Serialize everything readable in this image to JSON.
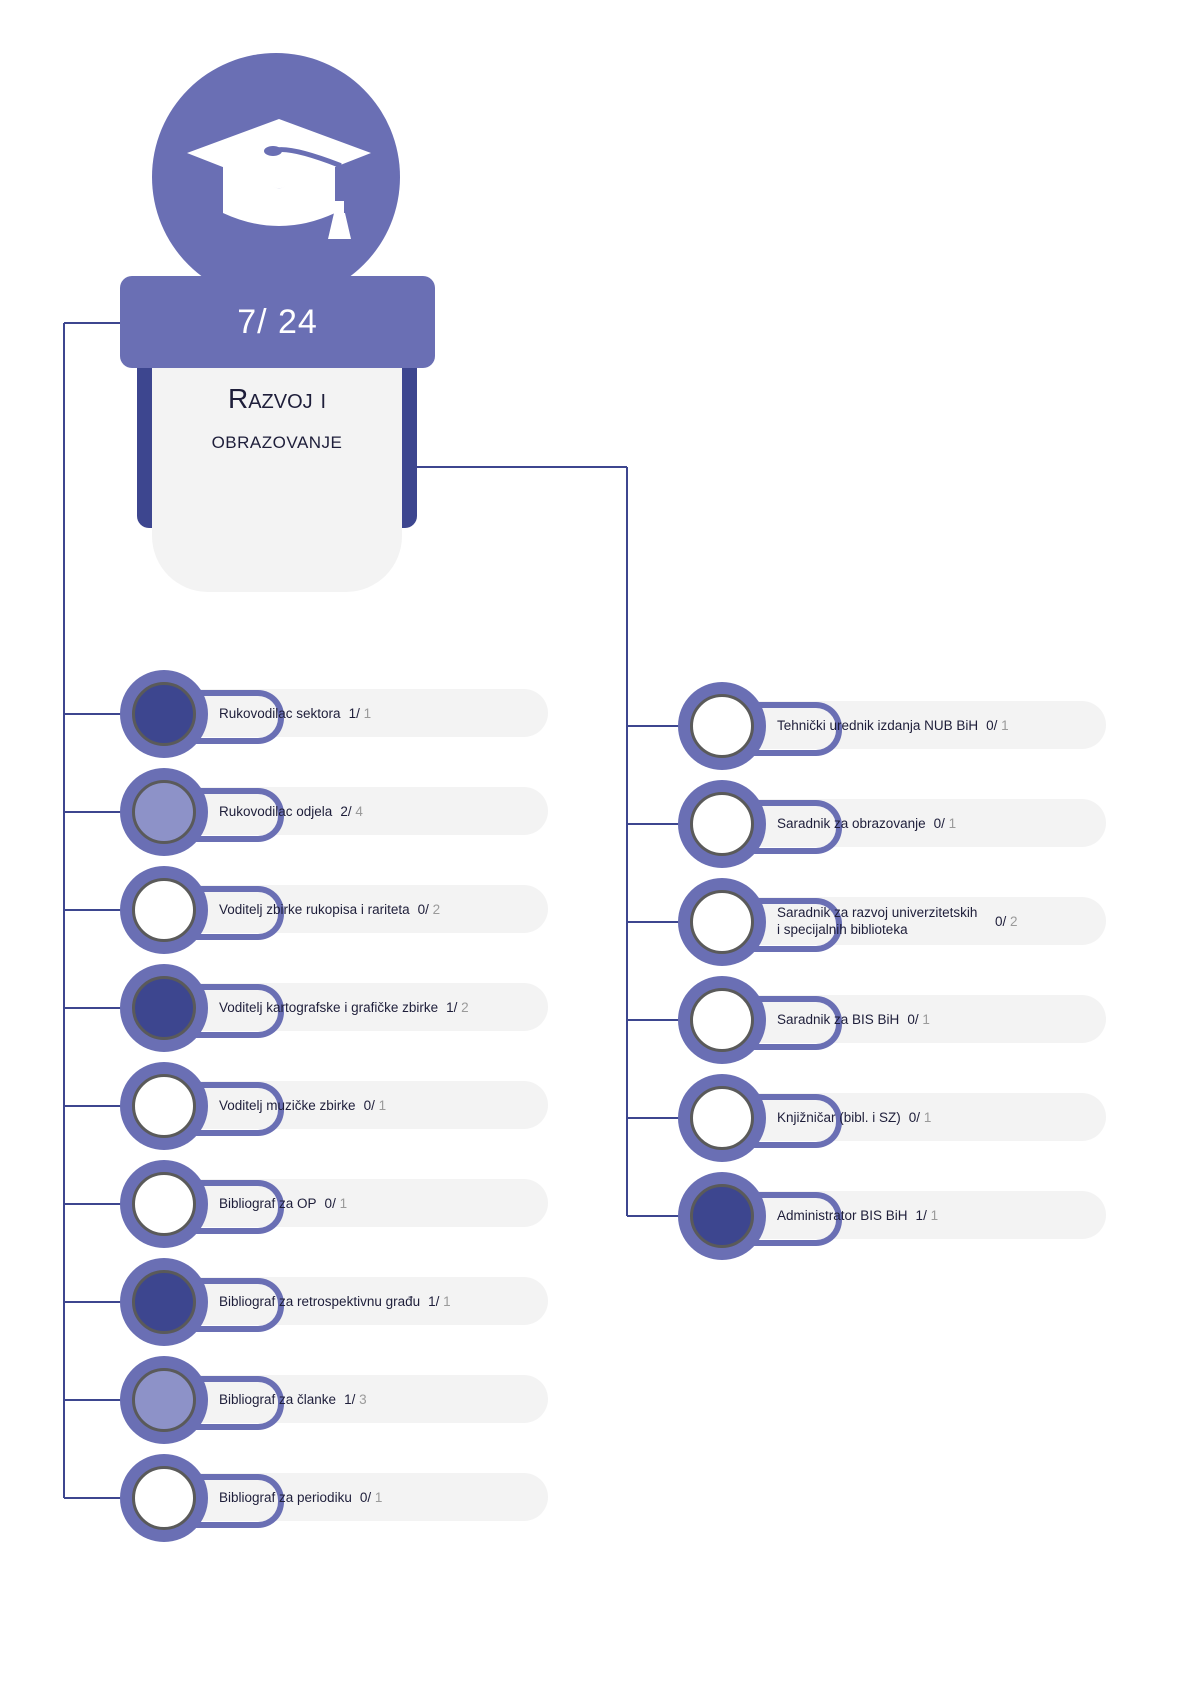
{
  "header": {
    "count": "7/ 24",
    "title_line1": "Razvoj i",
    "title_line2": "obrazovanje",
    "icon": "graduation-cap-icon"
  },
  "colors": {
    "accent": "#6a6fb4",
    "filled": "#3d468f",
    "partial": "#8d92c8",
    "empty": "#ffffff",
    "line": "#3d468f",
    "card": "#f3f3f3"
  },
  "left_positions": [
    {
      "title": "Rukovodilac sektora",
      "filled": "1",
      "total": "1",
      "status": "filled"
    },
    {
      "title": "Rukovodilac odjela",
      "filled": "2",
      "total": "4",
      "status": "partial"
    },
    {
      "title": "Voditelj zbirke rukopisa i rariteta",
      "filled": "0",
      "total": "2",
      "status": "empty"
    },
    {
      "title": "Voditelj kartografske i grafičke zbirke",
      "filled": "1",
      "total": "2",
      "status": "filled"
    },
    {
      "title": "Voditelj muzičke zbirke",
      "filled": "0",
      "total": "1",
      "status": "empty"
    },
    {
      "title": "Bibliograf za OP",
      "filled": "0",
      "total": "1",
      "status": "empty"
    },
    {
      "title": "Bibliograf za retrospektivnu građu",
      "filled": "1",
      "total": "1",
      "status": "filled"
    },
    {
      "title": "Bibliograf za članke",
      "filled": "1",
      "total": "3",
      "status": "partial"
    },
    {
      "title": "Bibliograf za periodiku",
      "filled": "0",
      "total": "1",
      "status": "empty"
    }
  ],
  "right_positions": [
    {
      "title": "Tehnički urednik izdanja NUB BiH",
      "filled": "0",
      "total": "1",
      "status": "empty"
    },
    {
      "title": "Saradnik za obrazovanje",
      "filled": "0",
      "total": "1",
      "status": "empty"
    },
    {
      "title": "Saradnik za razvoj univerzitetskih\ni specijalnih biblioteka",
      "filled": "0",
      "total": "2",
      "status": "empty"
    },
    {
      "title": "Saradnik za BIS BiH",
      "filled": "0",
      "total": "1",
      "status": "empty"
    },
    {
      "title": "Knjižničar (bibl. i SZ)",
      "filled": "0",
      "total": "1",
      "status": "empty"
    },
    {
      "title": "Administrator BIS BiH",
      "filled": "1",
      "total": "1",
      "status": "filled"
    }
  ]
}
